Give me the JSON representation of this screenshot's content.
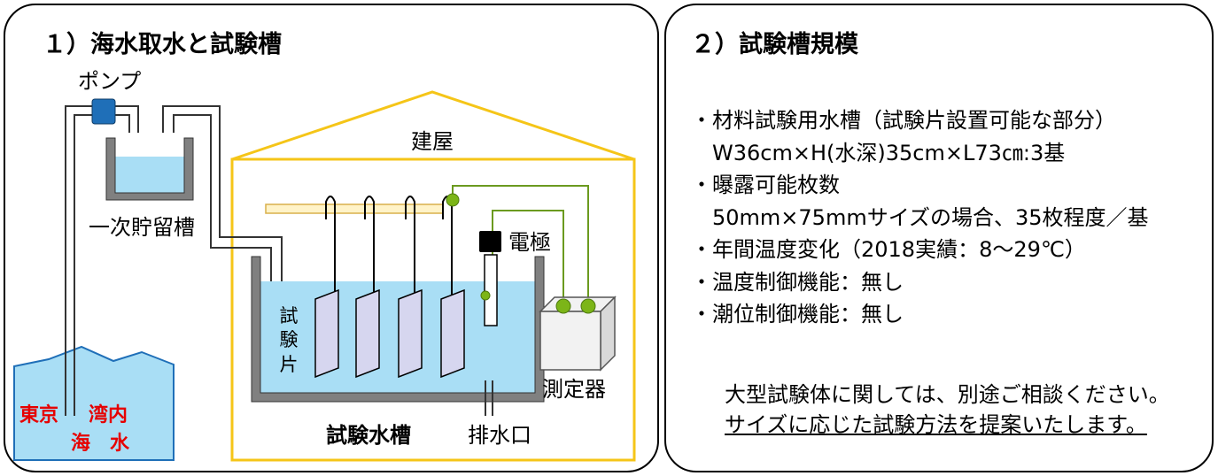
{
  "left_panel": {
    "title": "１）海水取水と試験槽",
    "labels": {
      "pump": "ポンプ",
      "primary_tank": "一次貯留槽",
      "building": "建屋",
      "electrode": "電極",
      "specimen_line1": "試",
      "specimen_line2": "験",
      "specimen_line3": "片",
      "measuring_device": "測定器",
      "test_tank": "試験水槽",
      "drain": "排水口",
      "sea_tokyo": "東京",
      "sea_bay": "湾内",
      "sea_umi": "海",
      "sea_mizu": "水"
    },
    "colors": {
      "water": "#a9def5",
      "building": "#f5c518",
      "wire": "#6b9a1f",
      "dot": "#7cb518",
      "sea_text": "#e60000",
      "pump": "#1f6fb8",
      "specimen": "#d6d6ef",
      "tank_wall": "#808080"
    }
  },
  "right_panel": {
    "title": "２）試験槽規模",
    "items": [
      "・材料試験用水槽（試験片設置可能な部分）",
      "　W36cm×H(水深)35cm×L73㎝:3基",
      "・曝露可能枚数",
      "　50mm×75mmサイズの場合、35枚程度／基",
      "・年間温度変化（2018実績：8～29℃）",
      "・温度制御機能：無し",
      "・潮位制御機能：無し"
    ],
    "note_line1": "大型試験体に関しては、別途ご相談ください。",
    "note_line2": "サイズに応じた試験方法を提案いたします。"
  }
}
